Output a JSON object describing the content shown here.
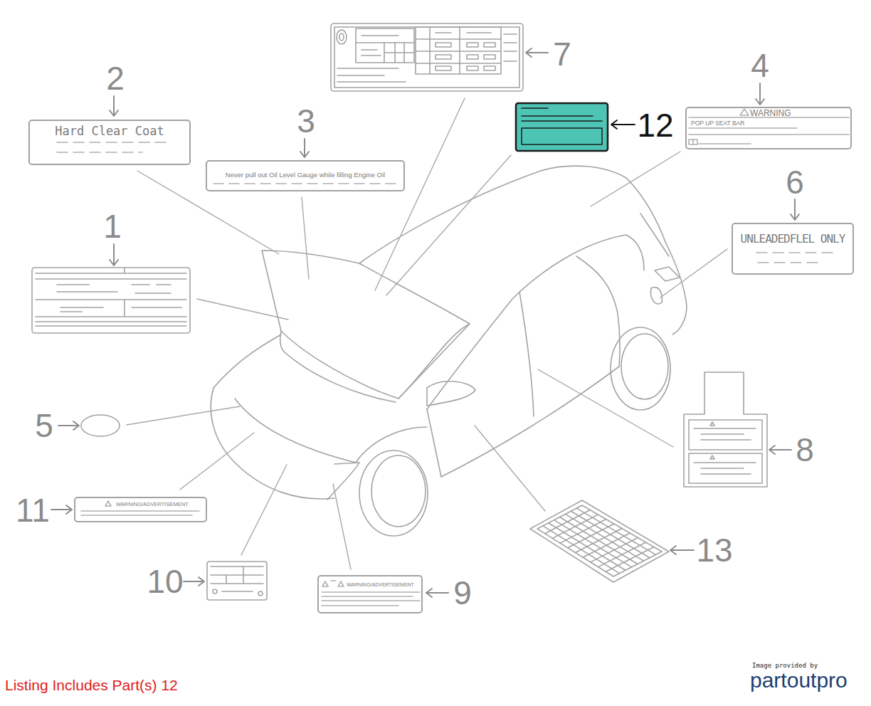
{
  "diagram": {
    "nodes": [
      {
        "text": [
          "Hard Clear Coat"
        ]
      },
      {
        "text": [
          "Never pull out Oil Level Gauge while filling Engine Oil"
        ]
      },
      {
        "text": [
          "WARNING",
          "POP UP SEAT BAR"
        ]
      },
      {
        "text": [
          "UNLEADEDFLEL ONLY"
        ]
      },
      {
        "text": [
          "WARNING/ADVERTISEMENT"
        ]
      },
      {
        "text": [
          "WARNING/ADVERTISEMENT"
        ]
      }
    ],
    "labels": [
      "2",
      "3",
      "1",
      "7",
      "12",
      "4",
      "6",
      "5",
      "8",
      "11",
      "10",
      "9",
      "13",
      "Listing Includes Part(s) 12",
      "Image provided by",
      "partoutpro"
    ]
  }
}
